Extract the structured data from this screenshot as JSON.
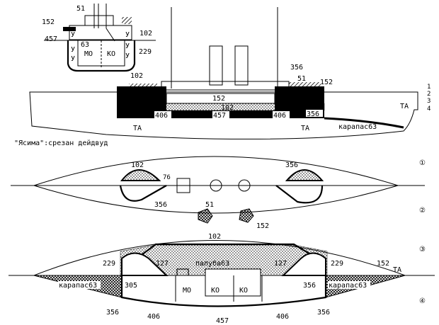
{
  "cross_section": {
    "labels": {
      "l51": "51",
      "l152": "152",
      "l457": "457",
      "l63": "63",
      "l102": "102",
      "l229": "229",
      "mo": "МО",
      "ko": "КО",
      "u": "У"
    }
  },
  "side_view": {
    "labels": {
      "l102": "102",
      "l356": "356",
      "l51": "51",
      "l152": "152",
      "mid152": "152",
      "mid102": "102",
      "b406a": "406",
      "b457": "457",
      "b406b": "406",
      "b356": "356",
      "ta1": "ТА",
      "ta2": "ТА",
      "ta3": "ТА",
      "carapace": "карапас63"
    },
    "scale": [
      "1",
      "2",
      "3",
      "4"
    ],
    "caption": "\"Ясима\":срезан дейдвуд"
  },
  "plan_view_upper": {
    "labels": {
      "l102": "102",
      "l76": "76",
      "l356a": "356",
      "l356b": "356",
      "l51": "51",
      "l152": "152"
    },
    "markers": [
      "①",
      "②"
    ]
  },
  "plan_view_lower": {
    "labels": {
      "l102": "102",
      "l229a": "229",
      "l127a": "127",
      "deck": "палуба63",
      "l127b": "127",
      "l229b": "229",
      "l152": "152",
      "ta": "ТА",
      "carapace_l": "карапас63",
      "l305": "305",
      "mo": "МО",
      "ko1": "КО",
      "ko2": "КО",
      "l356r": "356",
      "carapace_r": "карапас63",
      "l356a": "356",
      "l406a": "406",
      "l457": "457",
      "l406b": "406",
      "l356b": "356"
    },
    "markers": [
      "③",
      "④"
    ]
  }
}
